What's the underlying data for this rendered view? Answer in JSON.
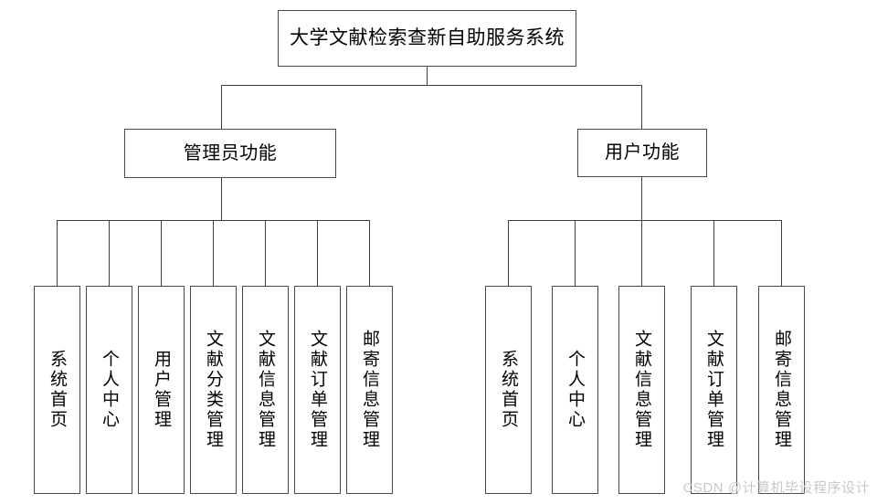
{
  "diagram": {
    "type": "tree",
    "title": "大学文献检索查新自助服务系统",
    "root": {
      "label": "大学文献检索查新自助服务系统"
    },
    "branches": [
      {
        "id": "admin",
        "label": "管理员功能",
        "leaves": [
          {
            "label": "系统首页"
          },
          {
            "label": "个人中心"
          },
          {
            "label": "用户管理"
          },
          {
            "label": "文献分类管理"
          },
          {
            "label": "文献信息管理"
          },
          {
            "label": "文献订单管理"
          },
          {
            "label": "邮寄信息管理"
          }
        ]
      },
      {
        "id": "user",
        "label": "用户功能",
        "leaves": [
          {
            "label": "系统首页"
          },
          {
            "label": "个人中心"
          },
          {
            "label": "文献信息管理"
          },
          {
            "label": "文献订单管理"
          },
          {
            "label": "邮寄信息管理"
          }
        ]
      }
    ]
  },
  "watermark": {
    "text": "CSDN @计算机毕设程序设计"
  },
  "colors": {
    "background": "#ffffff",
    "box_border": "#4a4a4a",
    "line": "#3c3c3c",
    "text": "#000000",
    "watermark": "#c9c9c9"
  }
}
